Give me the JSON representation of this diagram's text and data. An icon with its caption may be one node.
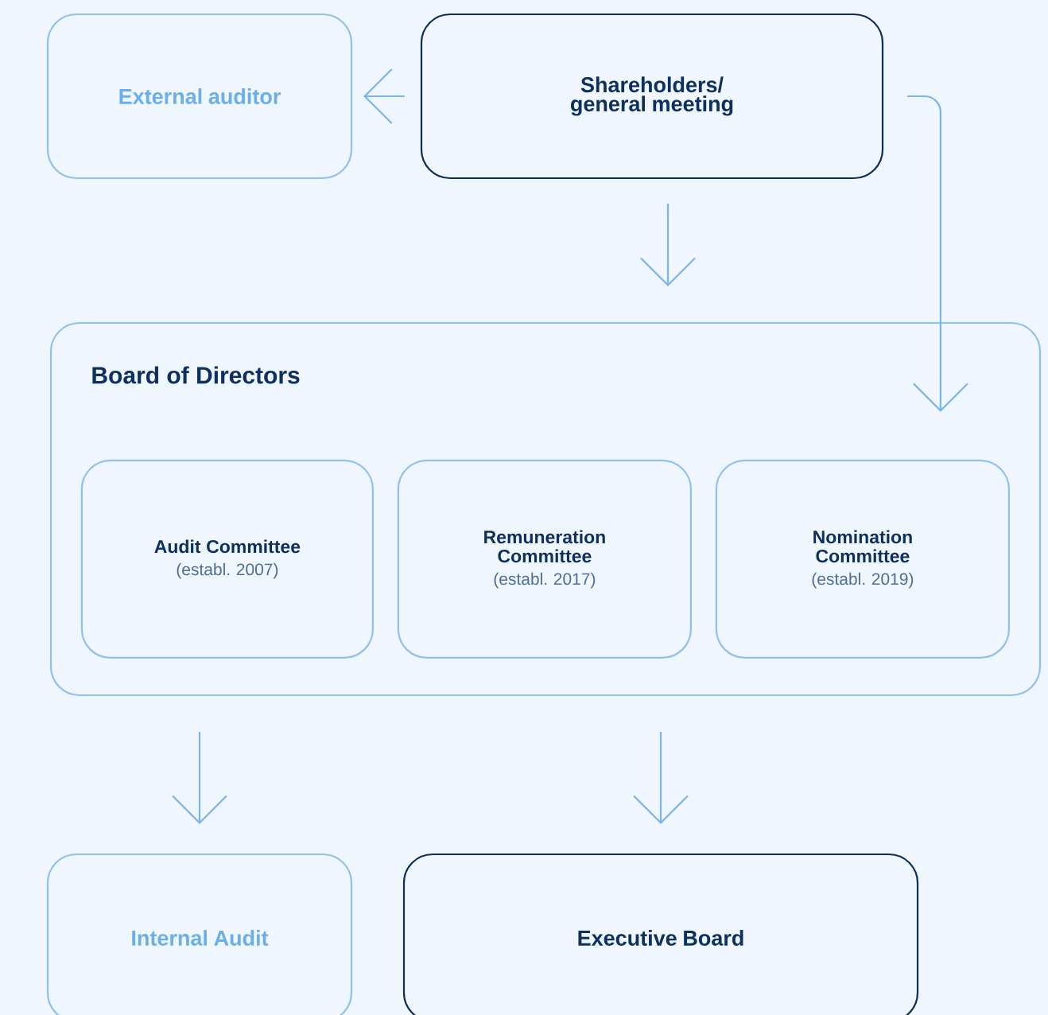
{
  "diagram": {
    "nodes": [
      {
        "text": [
          "External auditor"
        ]
      },
      {
        "text": [
          "Shareholders/ general meeting"
        ]
      },
      {
        "text": [
          "Board of Directors"
        ]
      },
      {
        "text": [
          "Audit Committee",
          "(establ. 2007)"
        ],
        "in": 2
      },
      {
        "text": [
          "Remuneration Committee",
          "(establ. 2017)"
        ],
        "in": 2
      },
      {
        "text": [
          "Nomination Committee",
          "(establ. 2019)"
        ],
        "in": 2
      },
      {
        "text": [
          "Internal Audit"
        ]
      },
      {
        "text": [
          "Executive Board"
        ]
      }
    ],
    "edges": [
      {
        "from": 1,
        "to": 0,
        "arrow": "to"
      },
      {
        "from": 1,
        "to": 2,
        "arrow": "to"
      },
      {
        "from": 1,
        "to": 5,
        "arrow": "to"
      },
      {
        "from": 2,
        "to": 6,
        "arrow": "to"
      },
      {
        "from": 2,
        "to": 7,
        "arrow": "to"
      }
    ]
  }
}
